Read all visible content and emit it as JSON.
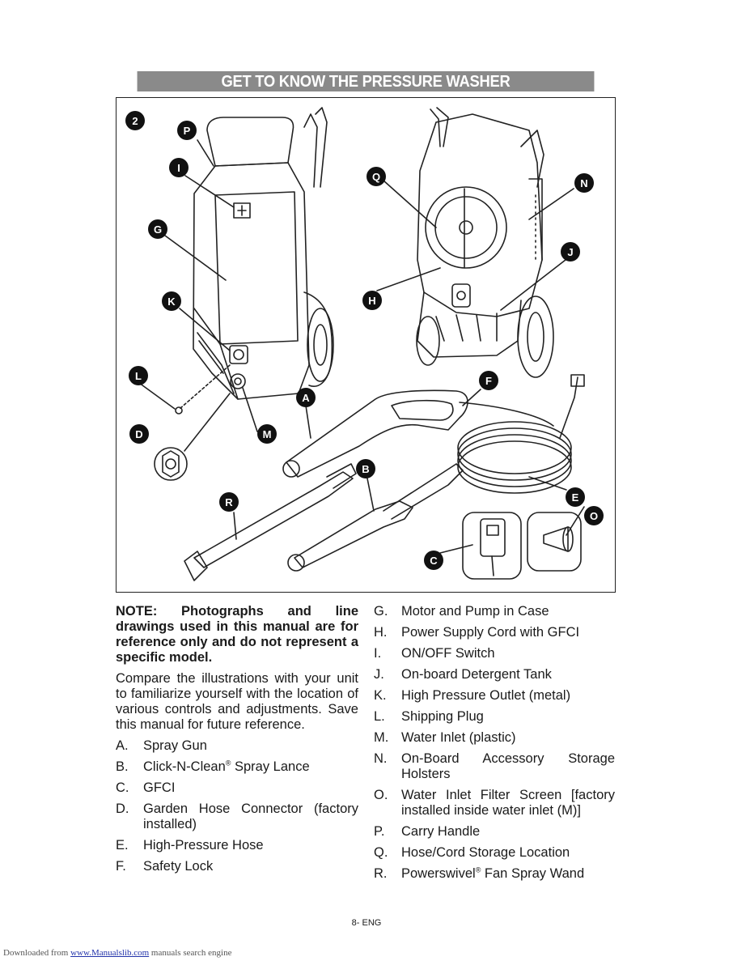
{
  "header": {
    "title": "GET TO KNOW THE PRESSURE WASHER"
  },
  "figure": {
    "number": "2",
    "callouts": [
      "P",
      "I",
      "G",
      "K",
      "L",
      "D",
      "M",
      "A",
      "Q",
      "N",
      "J",
      "H",
      "F",
      "B",
      "R",
      "E",
      "O",
      "C"
    ]
  },
  "note": "NOTE: Photographs and line drawings used in this manual are for reference only and do not represent a specific model.",
  "intro": "Compare the illustrations with your unit to familiarize yourself with the location of various controls and adjustments. Save this manual for future reference.",
  "parts_left": [
    {
      "letter": "A.",
      "label": "Spray Gun"
    },
    {
      "letter": "B.",
      "label": "Click-N-Clean",
      "sup": "®",
      "label_after": " Spray Lance"
    },
    {
      "letter": "C.",
      "label": "GFCI"
    },
    {
      "letter": "D.",
      "label": "Garden Hose Connector (factory installed)"
    },
    {
      "letter": "E.",
      "label": "High-Pressure Hose"
    },
    {
      "letter": "F.",
      "label": "Safety Lock"
    }
  ],
  "parts_right": [
    {
      "letter": "G.",
      "label": "Motor and Pump in Case"
    },
    {
      "letter": "H.",
      "label": "Power Supply Cord with GFCI"
    },
    {
      "letter": "I.",
      "label": "ON/OFF Switch"
    },
    {
      "letter": "J.",
      "label": "On-board Detergent Tank"
    },
    {
      "letter": "K.",
      "label": "High Pressure Outlet (metal)"
    },
    {
      "letter": "L.",
      "label": "Shipping Plug"
    },
    {
      "letter": "M.",
      "label": "Water Inlet (plastic)"
    },
    {
      "letter": "N.",
      "label": "On-Board Accessory Storage Holsters"
    },
    {
      "letter": "O.",
      "label": "Water Inlet Filter Screen [factory installed inside water inlet (M)]"
    },
    {
      "letter": "P.",
      "label": "Carry Handle"
    },
    {
      "letter": "Q.",
      "label": "Hose/Cord Storage Location"
    },
    {
      "letter": "R.",
      "label": "Powerswivel",
      "sup": "®",
      "label_after": " Fan Spray Wand"
    }
  ],
  "page_number": "8- ENG",
  "footer": {
    "prefix": "Downloaded from ",
    "link": "www.Manualslib.com",
    "suffix": "  manuals search engine"
  }
}
